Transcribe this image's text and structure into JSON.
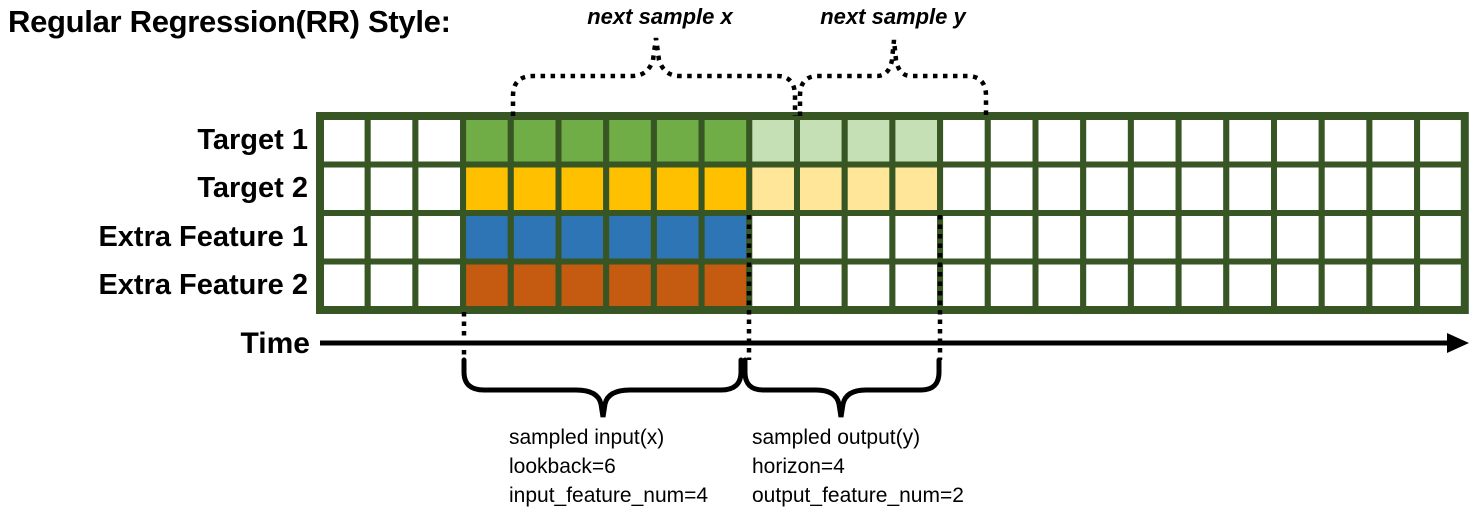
{
  "title": "Regular Regression(RR) Style:",
  "top_annotations": {
    "next_sample_x": "next sample x",
    "next_sample_y": "next sample y"
  },
  "rows": [
    {
      "label": "Target 1",
      "solid_color": "#70AD47",
      "light_color": "#C5E0B4"
    },
    {
      "label": "Target 2",
      "solid_color": "#FFC000",
      "light_color": "#FFE699"
    },
    {
      "label": "Extra Feature 1",
      "solid_color": "#2E75B6",
      "light_color": null
    },
    {
      "label": "Extra Feature 2",
      "solid_color": "#C55A11",
      "light_color": null
    }
  ],
  "grid": {
    "total_columns": 24,
    "lead_empty_columns": 3,
    "input_columns": 6,
    "output_columns": 4,
    "border_color": "#375623",
    "empty_fill": "#ffffff"
  },
  "time_axis": {
    "label": "Time"
  },
  "bottom_annotations": {
    "input": [
      "sampled input(x)",
      "lookback=6",
      "input_feature_num=4"
    ],
    "output": [
      "sampled output(y)",
      "horizon=4",
      "output_feature_num=2"
    ]
  }
}
